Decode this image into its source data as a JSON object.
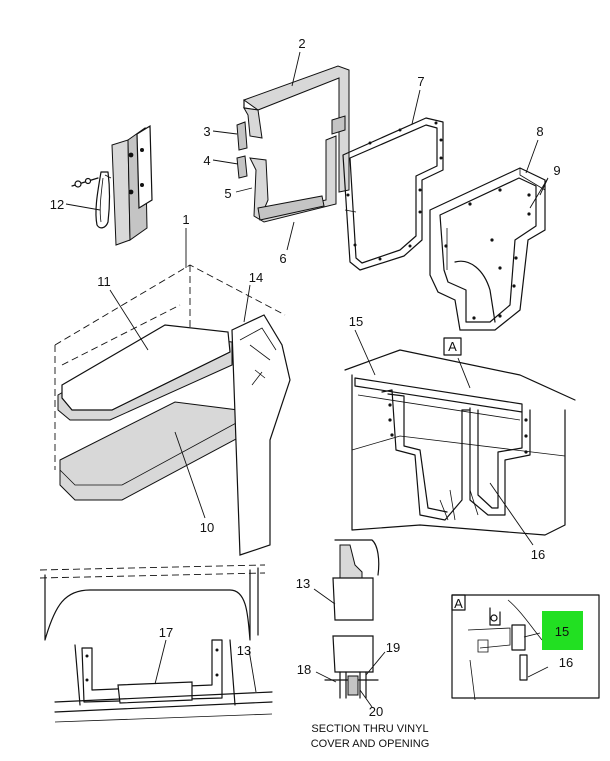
{
  "callouts": {
    "c1": "1",
    "c2": "2",
    "c3": "3",
    "c4": "4",
    "c5": "5",
    "c6": "6",
    "c7": "7",
    "c8": "8",
    "c9": "9",
    "c10": "10",
    "c11": "11",
    "c12": "12",
    "c13a": "13",
    "c13b": "13",
    "c14": "14",
    "c15a": "15",
    "c15b": "15",
    "c16a": "16",
    "c16b": "16",
    "c17": "17",
    "c18": "18",
    "c19": "19",
    "c20": "20"
  },
  "view_labels": {
    "detail_a": "A",
    "detail_a_box": "A"
  },
  "caption": {
    "line1": "SECTION THRU VINYL",
    "line2": "COVER AND OPENING"
  },
  "colors": {
    "highlight": "#22e022",
    "ink": "#111111"
  }
}
